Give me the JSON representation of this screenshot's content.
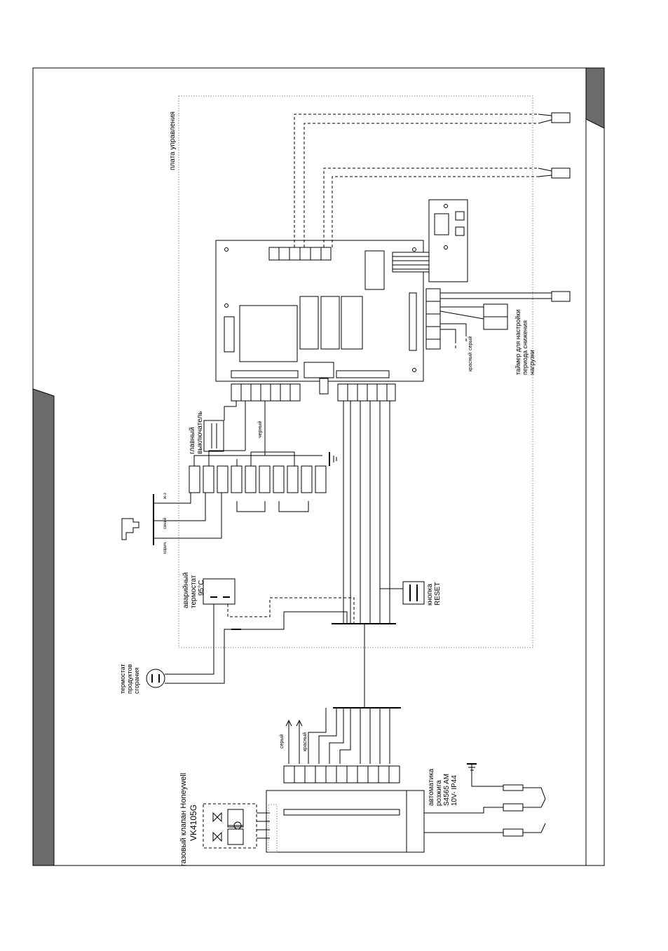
{
  "labels": {
    "control_board": "плата управления",
    "main_switch_line1": "главный",
    "main_switch_line2": "выключатель",
    "wire_black": "черный",
    "wire_gray_top": "серый",
    "wire_red_top": "красный",
    "timer_line1": "таймер для настройки",
    "timer_line2": "периода снижения",
    "timer_line3": "нагрузки",
    "emergency_line1": "аварийный",
    "emergency_line2": "термостат",
    "emergency_line3": "95°C",
    "flue_line1": "термостат",
    "flue_line2": "продуктов",
    "flue_line3": "сгорания",
    "reset_line1": "кнопка",
    "reset_line2": "RESET",
    "wire_blue": "синий",
    "wire_yg": "ж-з",
    "wire_brown": "корич.",
    "gas_valve_line1": "газовый клапан  Honeywell",
    "gas_valve_line2": "VK4105G",
    "wire_gray_bottom": "серый",
    "wire_red_bottom": "красный",
    "ignition_line1": "автоматика",
    "ignition_line2": "розжига",
    "ignition_line3": "S4565 AM",
    "ignition_line4": "10V- IP44"
  }
}
